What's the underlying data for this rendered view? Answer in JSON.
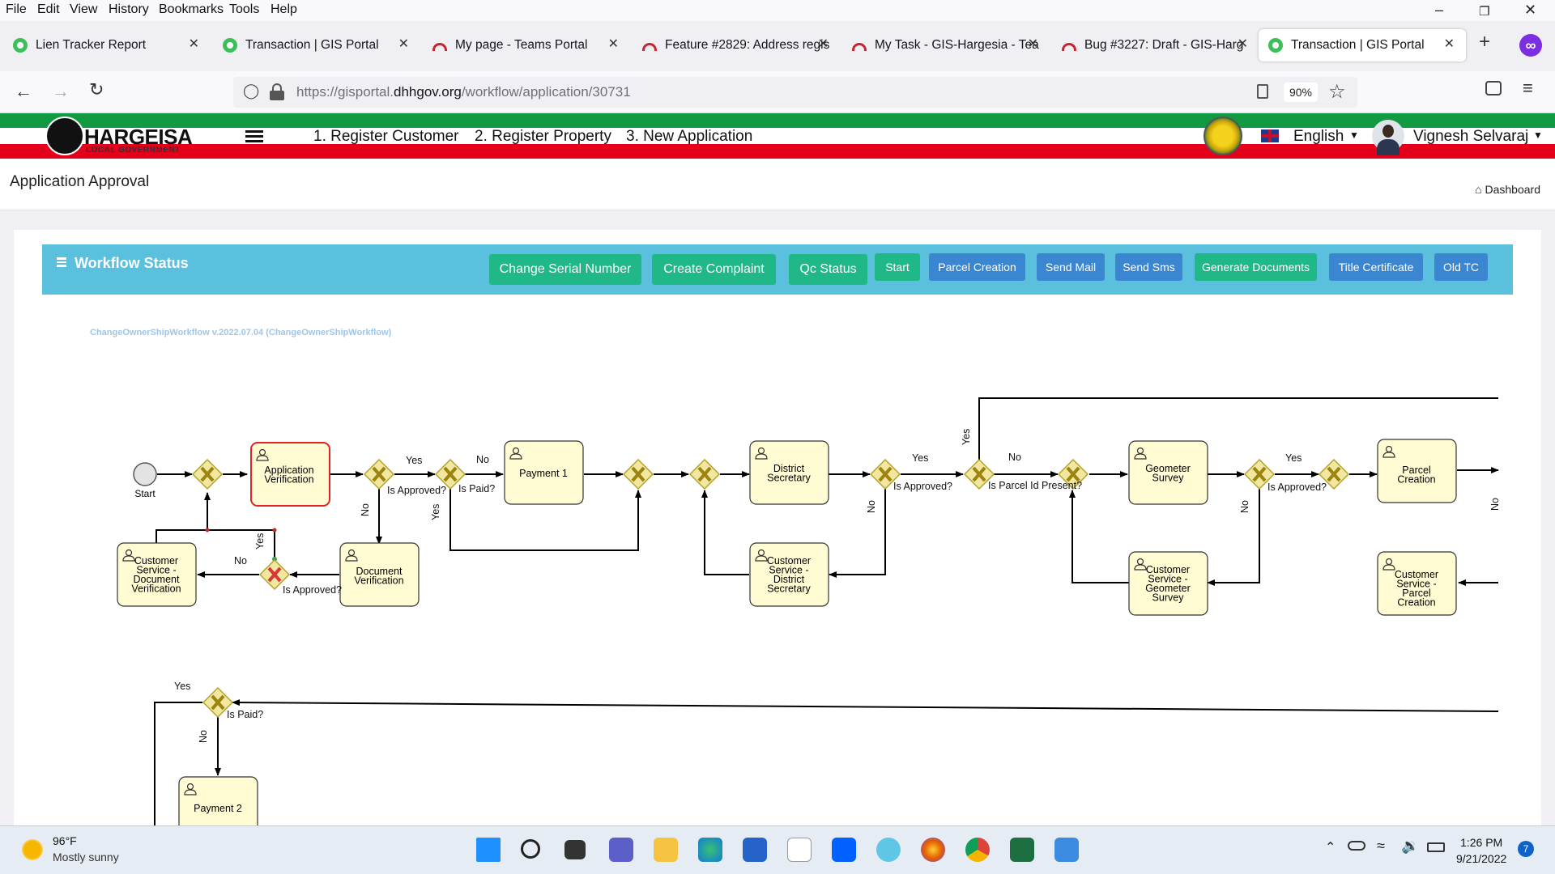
{
  "menu": [
    "File",
    "Edit",
    "View",
    "History",
    "Bookmarks",
    "Tools",
    "Help"
  ],
  "tabs": [
    {
      "title": "Lien Tracker Report",
      "icon": "gis-portal-icon",
      "active": false
    },
    {
      "title": "Transaction | GIS Portal",
      "icon": "gis-portal-icon",
      "active": false
    },
    {
      "title": "My page - Teams Portal",
      "icon": "redmine-icon",
      "active": false
    },
    {
      "title": "Feature #2829: Address regis",
      "icon": "redmine-icon",
      "active": false
    },
    {
      "title": "My Task - GIS-Hargesia - Tea",
      "icon": "redmine-icon",
      "active": false
    },
    {
      "title": "Bug #3227: Draft - GIS-Harg",
      "icon": "redmine-icon",
      "active": false
    },
    {
      "title": "Transaction | GIS Portal",
      "icon": "gis-portal-icon",
      "active": true
    }
  ],
  "address": {
    "prefix": "https://gisportal.",
    "domain": "dhhgov.org",
    "path": "/workflow/application/30731"
  },
  "zoom": "90%",
  "site": {
    "logo": "HARGEISA",
    "logo_sub": "LOCAL GOVERNMENT",
    "nav": [
      "1. Register Customer",
      "2. Register Property",
      "3. New Application"
    ],
    "language": "English",
    "user": "Vignesh Selvaraj"
  },
  "page": {
    "title": "Application Approval",
    "dashboard": "Dashboard"
  },
  "workflow": {
    "title": "Workflow Status",
    "buttons": [
      {
        "label": "Change Serial Number",
        "color": "#1fb886"
      },
      {
        "label": "Create Complaint",
        "color": "#1fb886"
      },
      {
        "label": "Qc Status",
        "color": "#1fb886"
      },
      {
        "label": "Start",
        "color": "#1fb886"
      },
      {
        "label": "Parcel Creation",
        "color": "#3a86d0"
      },
      {
        "label": "Send Mail",
        "color": "#3a86d0"
      },
      {
        "label": "Send Sms",
        "color": "#3a86d0"
      },
      {
        "label": "Generate Documents",
        "color": "#1fb886"
      },
      {
        "label": "Title Certificate",
        "color": "#3a86d0"
      },
      {
        "label": "Old TC",
        "color": "#3a86d0"
      }
    ],
    "definition": "ChangeOwnerShipWorkflow v.2022.07.04 (ChangeOwnerShipWorkflow)",
    "start_label": "Start",
    "tasks": {
      "app_verification": "Application Verification",
      "doc_verification": "Document Verification",
      "cs_doc_verification": "Customer Service - Document Verification",
      "payment1": "Payment 1",
      "district_secretary": "District Secretary",
      "cs_district_secretary": "Customer Service - District Secretary",
      "geometer_survey": "Geometer Survey",
      "cs_geometer_survey": "Customer Service - Geometer Survey",
      "parcel_creation": "Parcel Creation",
      "cs_parcel_creation": "Customer Service - Parcel Creation",
      "payment2": "Payment 2"
    },
    "gateways": {
      "approved": "Is Approved?",
      "paid": "Is Paid?",
      "parcel_id": "Is Parcel Id Present?"
    },
    "flow_labels": {
      "yes": "Yes",
      "no": "No"
    }
  },
  "taskbar": {
    "temperature": "96°F",
    "weather": "Mostly sunny",
    "time": "1:26 PM",
    "date": "9/21/2022",
    "notifications": "7"
  }
}
